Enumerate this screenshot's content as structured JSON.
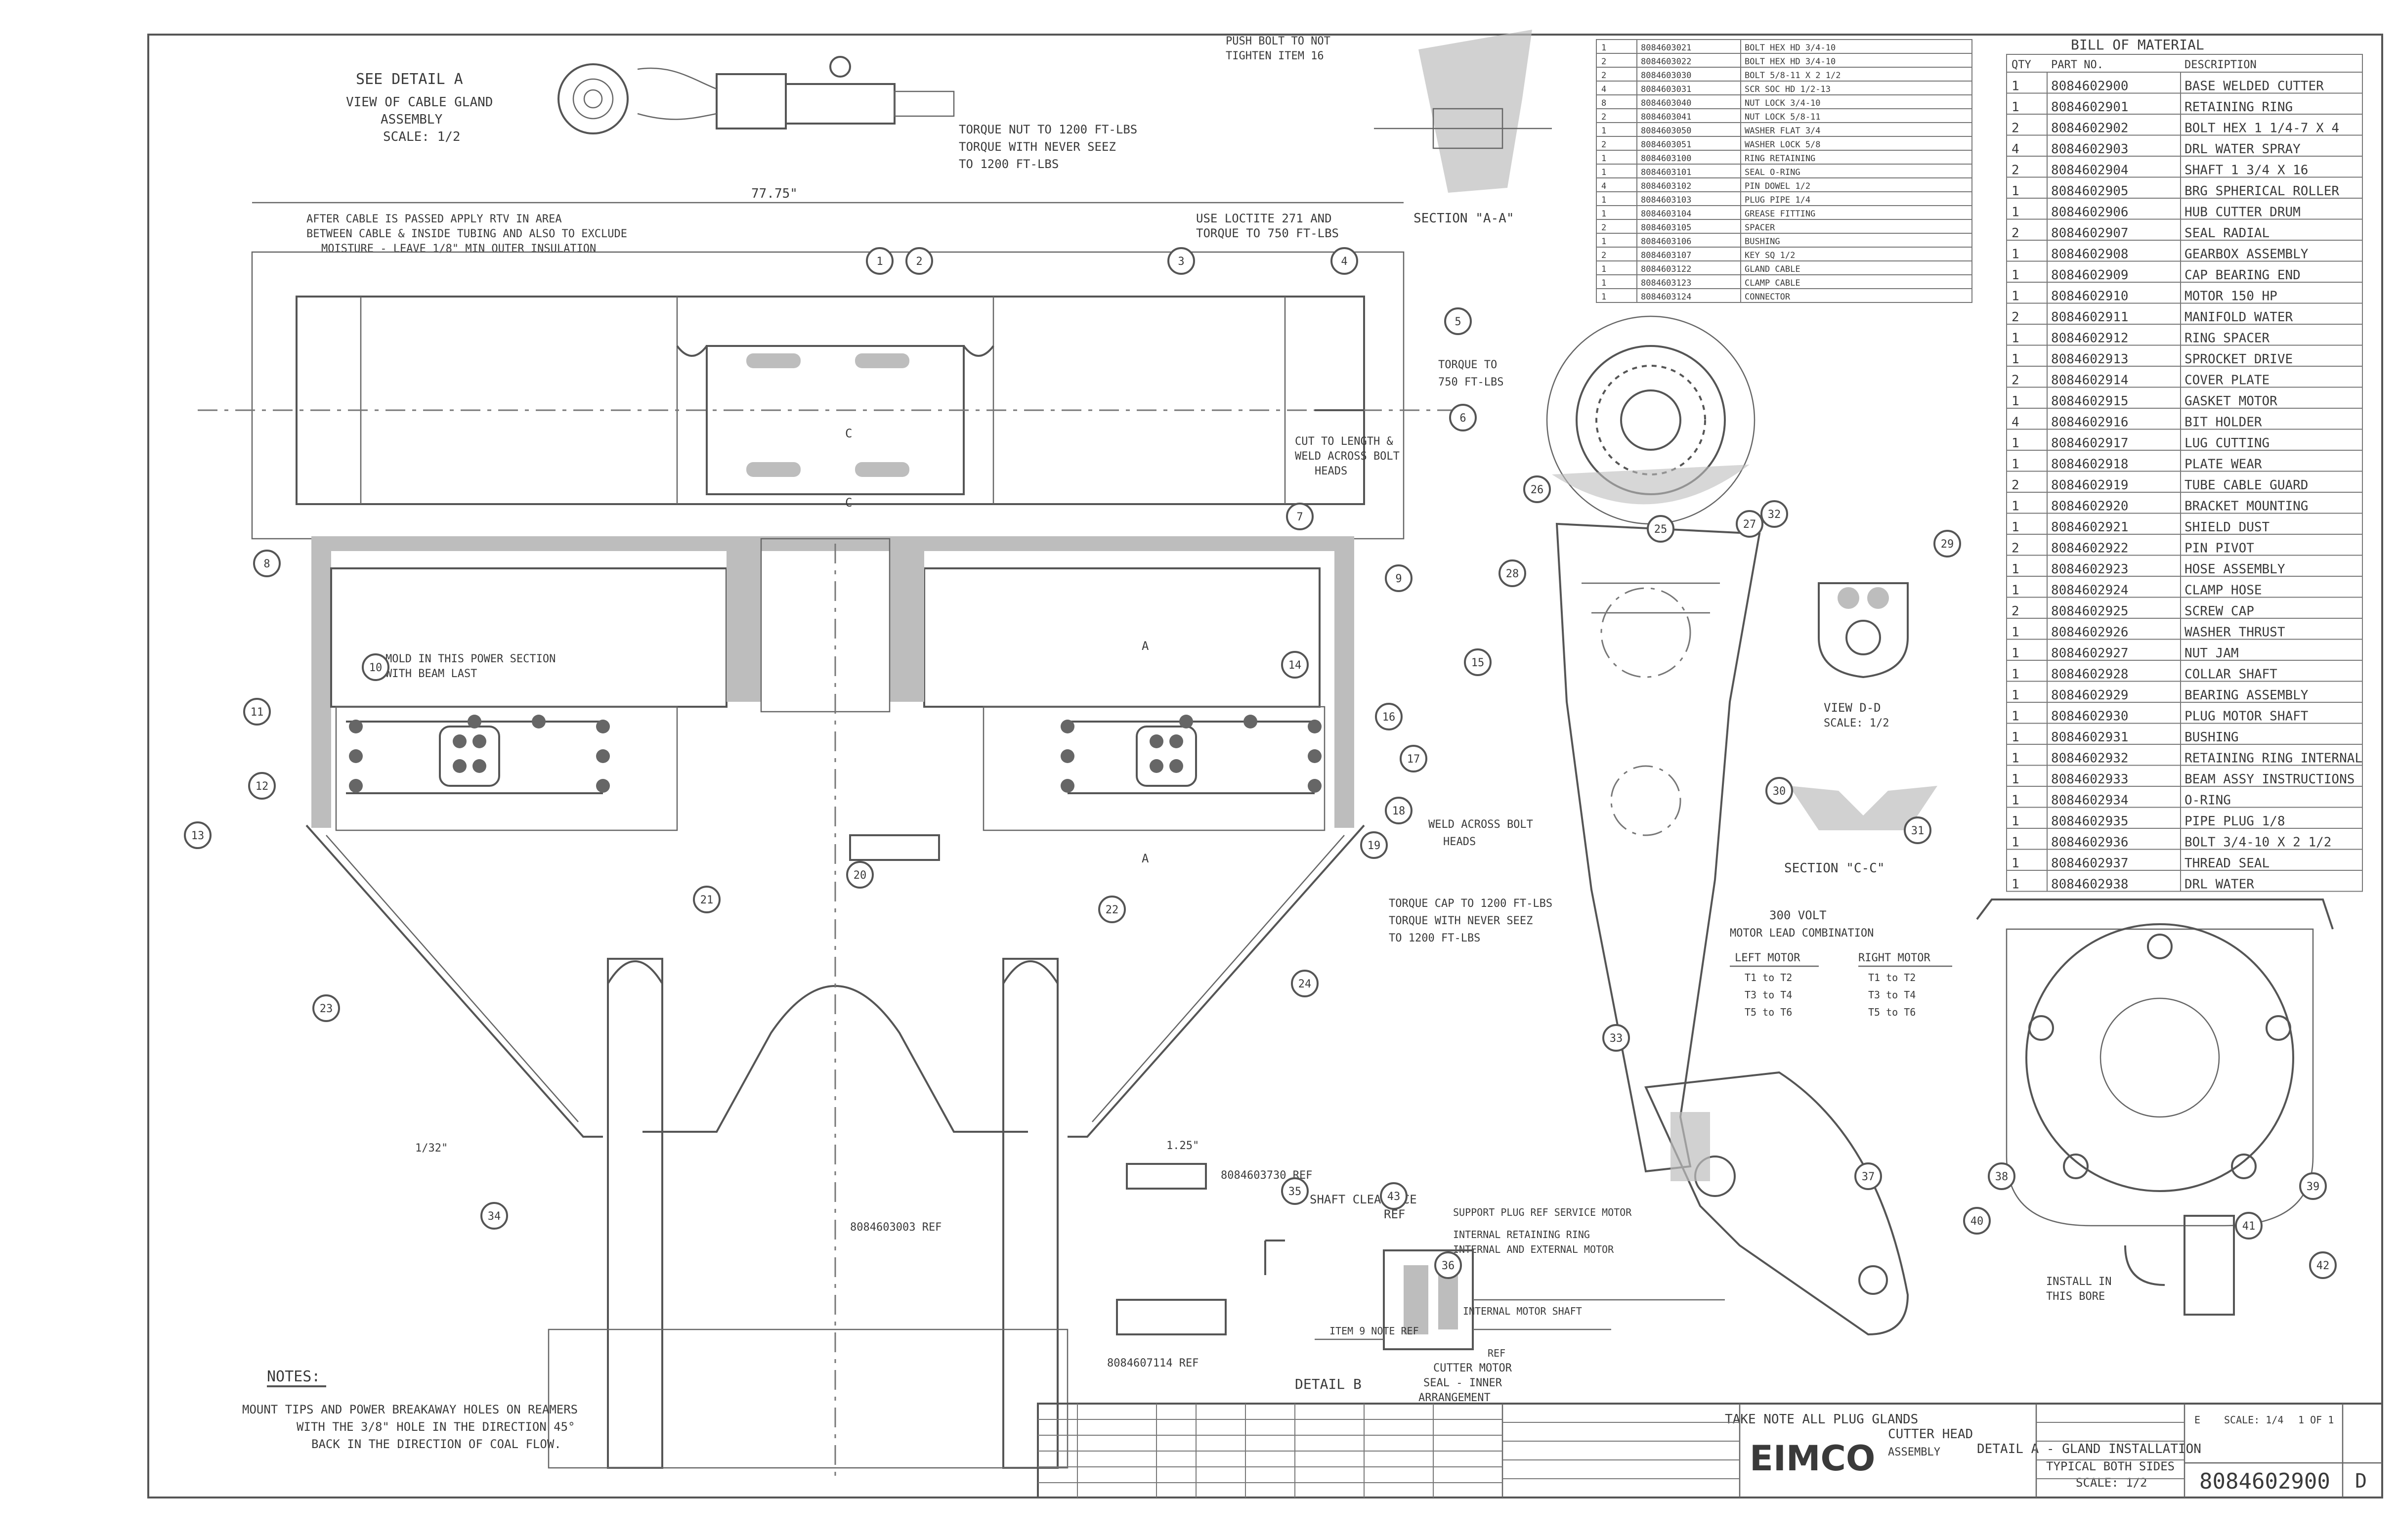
{
  "details": {
    "detail_a_top": [
      "SEE DETAIL A",
      "VIEW OF CABLE GLAND",
      "ASSEMBLY",
      "SCALE: 1/2"
    ],
    "detail_a_bottom": [
      "DETAIL A - GLAND INSTALLATION",
      "TYPICAL BOTH SIDES",
      "SCALE: 1/2"
    ],
    "detail_b": [
      "DETAIL B",
      "CUTTER MOTOR",
      "SEAL - INNER",
      "ARRANGEMENT"
    ],
    "view_dd": [
      "VIEW D-D",
      "SCALE: 1/2"
    ],
    "section_aa": "SECTION \"A-A\"",
    "section_cc": "SECTION \"C-C\""
  },
  "notes": {
    "title": "NOTES:",
    "lines": [
      "MOUNT TIPS AND POWER BREAKAWAY HOLES ON REAMERS",
      "WITH THE 3/8\" HOLE IN THE DIRECTION 45°",
      "BACK IN THE DIRECTION OF COAL FLOW."
    ]
  },
  "callouts": {
    "torque_1200_top": [
      "TORQUE NUT TO 1200 FT-LBS",
      "TORQUE WITH NEVER SEEZ",
      "TO 1200 FT-LBS"
    ],
    "after_cable": [
      "AFTER CABLE IS PASSED APPLY RTV IN AREA",
      "BETWEEN CABLE & INSIDE TUBING AND ALSO TO EXCLUDE",
      "MOISTURE - LEAVE 1/8\" MIN OUTER INSULATION"
    ],
    "dim_top": "77.75\"",
    "use_loctite": [
      "USE LOCTITE 271 AND",
      "TORQUE TO 750 FT-LBS"
    ],
    "torque_750": [
      "TORQUE TO",
      "750 FT-LBS"
    ],
    "cut_to_length": [
      "CUT TO LENGTH &",
      "WELD ACROSS BOLT",
      "HEADS"
    ],
    "weld_heads": [
      "WELD ACROSS BOLT",
      "HEADS"
    ],
    "mold_in": [
      "MOLD IN THIS POWER SECTION",
      "WITH BEAM LAST"
    ],
    "torque_1200_mid": [
      "TORQUE CAP TO 1200 FT-LBS",
      "TORQUE WITH NEVER SEEZ",
      "TO 1200 FT-LBS"
    ],
    "push_bolt": [
      "PUSH BOLT TO NOT",
      "TIGHTEN ITEM 16"
    ],
    "shaft_clearance": [
      "SHAFT CLEARANCE",
      "REF"
    ],
    "ref_a": "8084603730 REF",
    "ref_b": "8084603003 REF",
    "ref_c": "8084607114 REF",
    "install_in": [
      "INSTALL IN",
      "THIS BORE"
    ],
    "take_note": "TAKE NOTE ALL PLUG GLANDS",
    "motor_ref": [
      "SUPPORT PLUG REF SERVICE MOTOR",
      "INTERNAL RETAINING RING",
      "INTERNAL AND EXTERNAL MOTOR"
    ],
    "motor_support": [
      "INTERNAL MOTOR SHAFT",
      "REF"
    ],
    "gap": "1/32\"",
    "gap2": "1.25\"",
    "label_a": "A",
    "label_c": "C",
    "mod_ref": "ITEM 9 NOTE REF"
  },
  "motor_table": {
    "title": [
      "300 VOLT",
      "MOTOR LEAD COMBINATION"
    ],
    "headers": [
      "LEFT MOTOR",
      "RIGHT MOTOR"
    ],
    "rows": [
      [
        "T1 to T2",
        "T1 to T2"
      ],
      [
        "T3 to T4",
        "T3 to T4"
      ],
      [
        "T5 to T6",
        "T5 to T6"
      ]
    ]
  },
  "bill_of_material": {
    "title": "BILL OF MATERIAL",
    "headers": [
      "QTY",
      "PART NO.",
      "DESCRIPTION"
    ],
    "rows_left": [
      [
        "1",
        "8084603021",
        "BOLT HEX HD 3/4-10"
      ],
      [
        "2",
        "8084603022",
        "BOLT HEX HD 3/4-10"
      ],
      [
        "2",
        "8084603030",
        "BOLT 5/8-11 X 2 1/2"
      ],
      [
        "4",
        "8084603031",
        "SCR SOC HD 1/2-13"
      ],
      [
        "8",
        "8084603040",
        "NUT LOCK 3/4-10"
      ],
      [
        "2",
        "8084603041",
        "NUT LOCK 5/8-11"
      ],
      [
        "1",
        "8084603050",
        "WASHER FLAT 3/4"
      ],
      [
        "2",
        "8084603051",
        "WASHER LOCK 5/8"
      ],
      [
        "1",
        "8084603100",
        "RING RETAINING"
      ],
      [
        "1",
        "8084603101",
        "SEAL O-RING"
      ],
      [
        "4",
        "8084603102",
        "PIN DOWEL 1/2"
      ],
      [
        "1",
        "8084603103",
        "PLUG PIPE 1/4"
      ],
      [
        "1",
        "8084603104",
        "GREASE FITTING"
      ],
      [
        "2",
        "8084603105",
        "SPACER"
      ],
      [
        "1",
        "8084603106",
        "BUSHING"
      ],
      [
        "2",
        "8084603107",
        "KEY SQ 1/2"
      ],
      [
        "1",
        "8084603122",
        "GLAND CABLE"
      ],
      [
        "1",
        "8084603123",
        "CLAMP CABLE"
      ],
      [
        "1",
        "8084603124",
        "CONNECTOR"
      ]
    ],
    "rows_right": [
      [
        "1",
        "8084602900",
        "BASE WELDED CUTTER"
      ],
      [
        "1",
        "8084602901",
        "RETAINING RING"
      ],
      [
        "2",
        "8084602902",
        "BOLT HEX 1 1/4-7 X 4"
      ],
      [
        "4",
        "8084602903",
        "DRL WATER SPRAY"
      ],
      [
        "2",
        "8084602904",
        "SHAFT 1 3/4 X 16"
      ],
      [
        "1",
        "8084602905",
        "BRG SPHERICAL ROLLER"
      ],
      [
        "1",
        "8084602906",
        "HUB CUTTER DRUM"
      ],
      [
        "2",
        "8084602907",
        "SEAL RADIAL"
      ],
      [
        "1",
        "8084602908",
        "GEARBOX ASSEMBLY"
      ],
      [
        "1",
        "8084602909",
        "CAP BEARING END"
      ],
      [
        "1",
        "8084602910",
        "MOTOR 150 HP"
      ],
      [
        "2",
        "8084602911",
        "MANIFOLD WATER"
      ],
      [
        "1",
        "8084602912",
        "RING SPACER"
      ],
      [
        "1",
        "8084602913",
        "SPROCKET DRIVE"
      ],
      [
        "2",
        "8084602914",
        "COVER PLATE"
      ],
      [
        "1",
        "8084602915",
        "GASKET MOTOR"
      ],
      [
        "4",
        "8084602916",
        "BIT HOLDER"
      ],
      [
        "1",
        "8084602917",
        "LUG CUTTING"
      ],
      [
        "1",
        "8084602918",
        "PLATE WEAR"
      ],
      [
        "2",
        "8084602919",
        "TUBE CABLE GUARD"
      ],
      [
        "1",
        "8084602920",
        "BRACKET MOUNTING"
      ],
      [
        "1",
        "8084602921",
        "SHIELD DUST"
      ],
      [
        "2",
        "8084602922",
        "PIN PIVOT"
      ],
      [
        "1",
        "8084602923",
        "HOSE ASSEMBLY"
      ],
      [
        "1",
        "8084602924",
        "CLAMP HOSE"
      ],
      [
        "2",
        "8084602925",
        "SCREW CAP"
      ],
      [
        "1",
        "8084602926",
        "WASHER THRUST"
      ],
      [
        "1",
        "8084602927",
        "NUT JAM"
      ],
      [
        "1",
        "8084602928",
        "COLLAR SHAFT"
      ],
      [
        "1",
        "8084602929",
        "BEARING ASSEMBLY"
      ],
      [
        "1",
        "8084602930",
        "PLUG MOTOR SHAFT"
      ],
      [
        "1",
        "8084602931",
        "BUSHING"
      ],
      [
        "1",
        "8084602932",
        "RETAINING RING INTERNAL"
      ],
      [
        "1",
        "8084602933",
        "BEAM ASSY INSTRUCTIONS"
      ],
      [
        "1",
        "8084602934",
        "O-RING"
      ],
      [
        "1",
        "8084602935",
        "PIPE PLUG 1/8"
      ],
      [
        "1",
        "8084602936",
        "BOLT 3/4-10 X 2 1/2"
      ],
      [
        "1",
        "8084602937",
        "THREAD SEAL"
      ],
      [
        "1",
        "8084602938",
        "DRL WATER"
      ]
    ]
  },
  "title_block": {
    "company": "EIMCO",
    "drawing_title": [
      "CUTTER HEAD",
      "ASSEMBLY"
    ],
    "drawing_number": "8084602900",
    "revision": "D",
    "sheet": "1 OF 1",
    "scale": "SCALE: 1/4",
    "size": "E"
  },
  "item_bubbles": [
    "1",
    "2",
    "3",
    "4",
    "5",
    "6",
    "7",
    "8",
    "9",
    "10",
    "11",
    "12",
    "13",
    "14",
    "15",
    "16",
    "17",
    "18",
    "19",
    "20",
    "21",
    "22",
    "23",
    "24",
    "25",
    "26",
    "27",
    "28",
    "29",
    "30",
    "31",
    "32",
    "33",
    "34",
    "35",
    "36",
    "37",
    "38",
    "39",
    "40",
    "41",
    "42",
    "43"
  ],
  "colors": {
    "line": "#555555",
    "fill": "#bdbdbd",
    "background": "#ffffff"
  }
}
